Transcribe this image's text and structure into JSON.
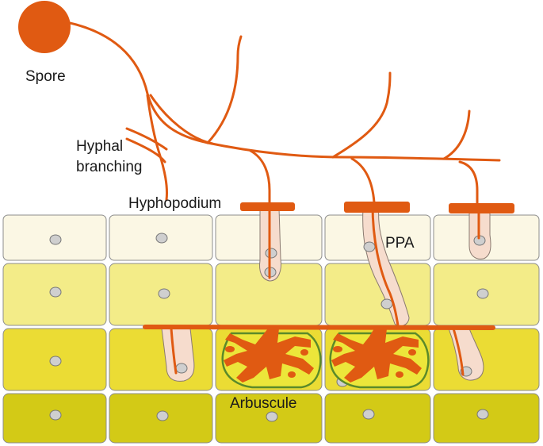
{
  "labels": {
    "spore": "Spore",
    "hyphal_branching_line1": "Hyphal",
    "hyphal_branching_line2": "branching",
    "hyphopodium": "Hyphopodium",
    "ppa": "PPA",
    "arbuscule": "Arbuscule"
  },
  "colors": {
    "fungus": "#e05a12",
    "row1_cell": "#fbf7e4",
    "row2_cell": "#f3ec88",
    "row3_cell": "#ebdc34",
    "row4_cell": "#d3ca16",
    "cell_border": "#8c8c8c",
    "nucleus": "#cfcfcf",
    "hypha_tube": "#f6dccd",
    "arbuscule_bg": "#ece63a",
    "arbuscule_border": "#5b8a2a"
  }
}
